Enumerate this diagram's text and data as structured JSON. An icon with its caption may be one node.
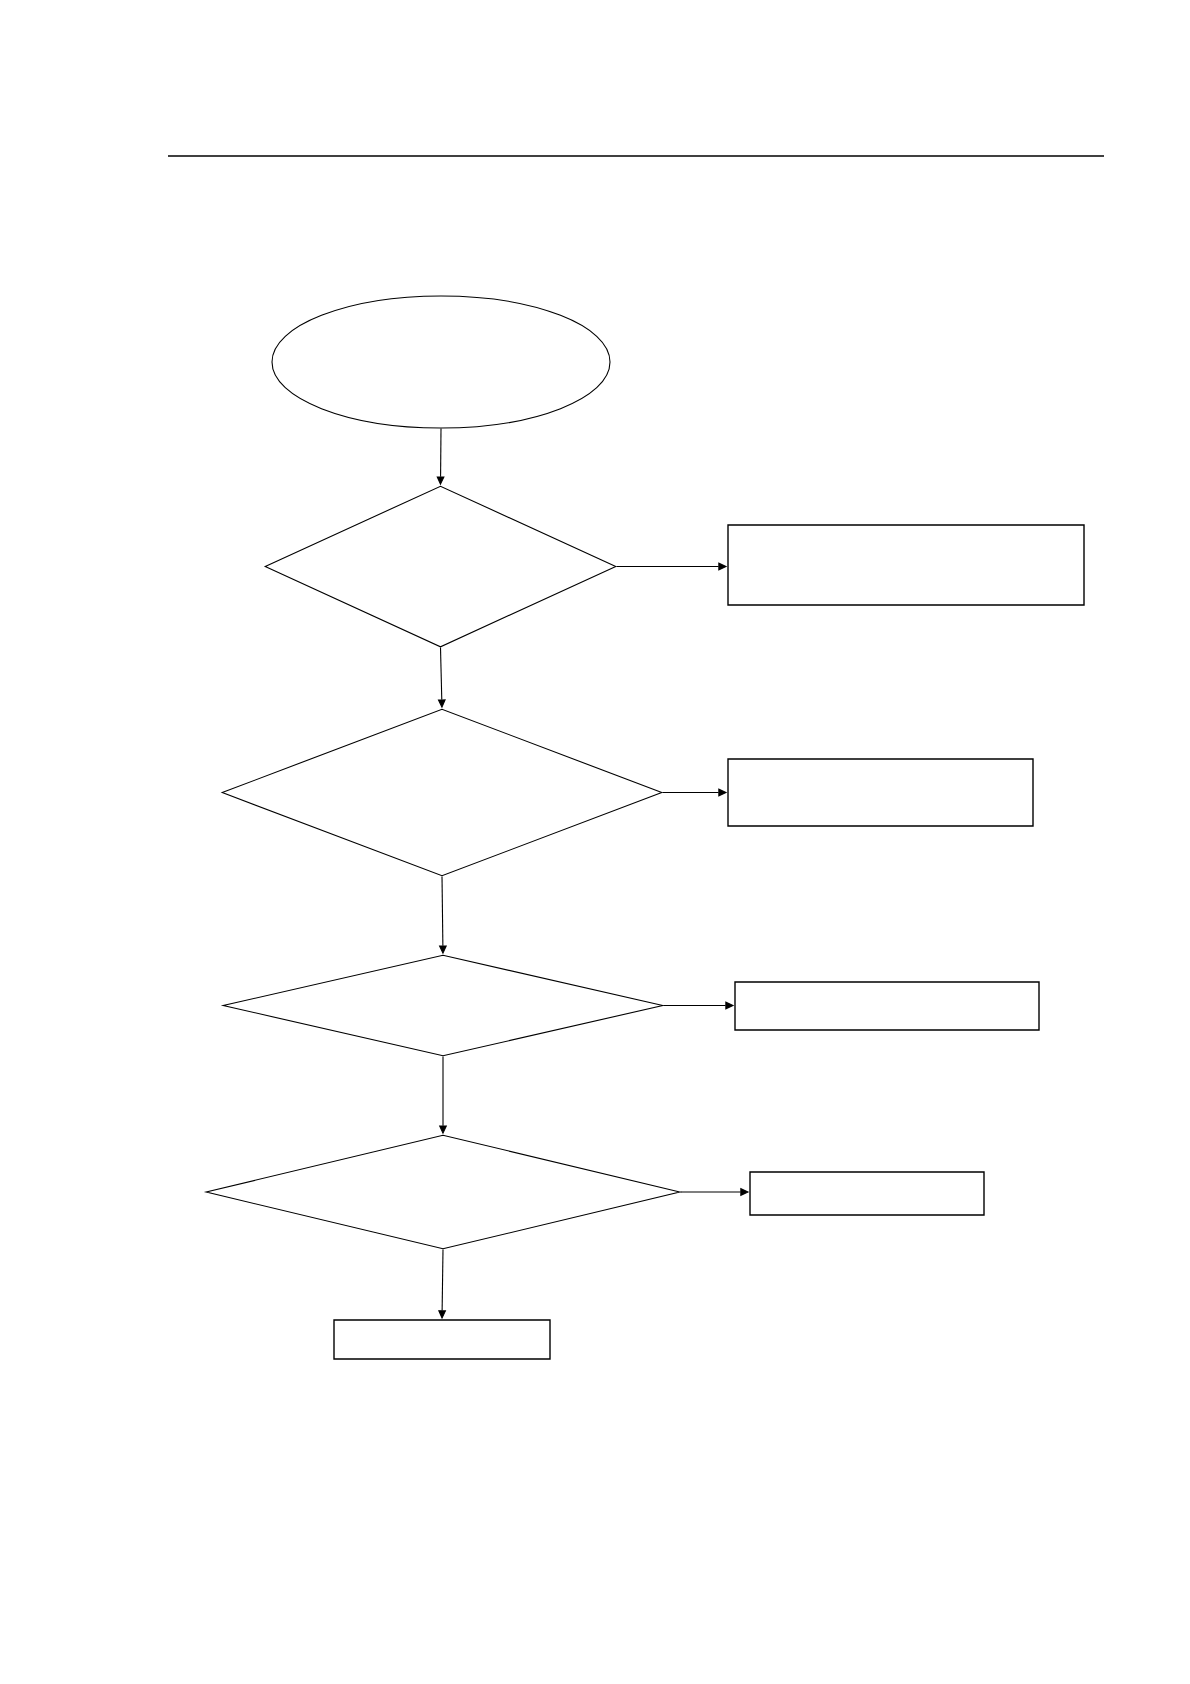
{
  "diagram": {
    "nodes": [
      {
        "text": [],
        "shape": "ellipse"
      },
      {
        "text": [],
        "shape": "diamond"
      },
      {
        "text": [],
        "shape": "box"
      },
      {
        "text": [],
        "shape": "diamond"
      },
      {
        "text": [],
        "shape": "box"
      },
      {
        "text": [],
        "shape": "diamond"
      },
      {
        "text": [],
        "shape": "box"
      },
      {
        "text": [],
        "shape": "diamond"
      },
      {
        "text": [],
        "shape": "box"
      },
      {
        "text": [],
        "shape": "box"
      }
    ],
    "edges": [
      {
        "from": 0,
        "to": 1,
        "arrow": "to"
      },
      {
        "from": 1,
        "to": 2,
        "arrow": "to"
      },
      {
        "from": 1,
        "to": 3,
        "arrow": "to"
      },
      {
        "from": 3,
        "to": 4,
        "arrow": "to"
      },
      {
        "from": 3,
        "to": 5,
        "arrow": "to"
      },
      {
        "from": 5,
        "to": 6,
        "arrow": "to"
      },
      {
        "from": 5,
        "to": 7,
        "arrow": "to"
      },
      {
        "from": 7,
        "to": 8,
        "arrow": "to"
      },
      {
        "from": 7,
        "to": 9,
        "arrow": "to"
      }
    ]
  }
}
